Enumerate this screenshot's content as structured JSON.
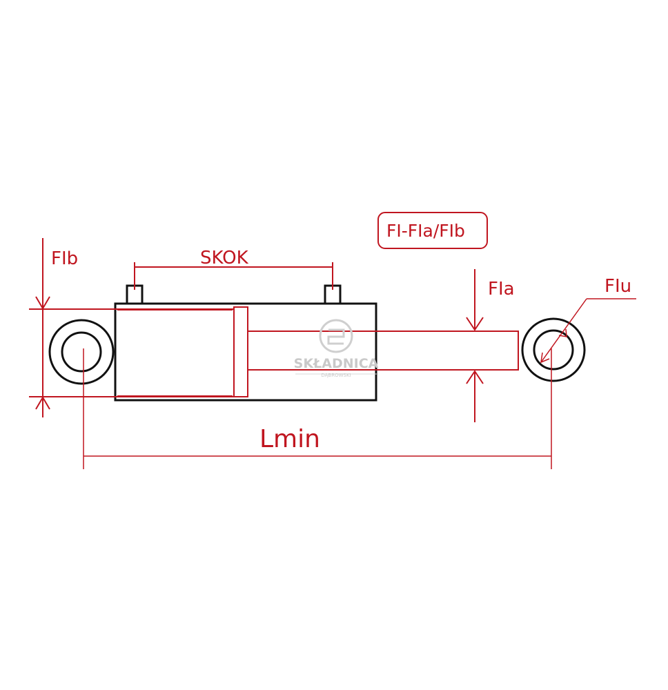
{
  "diagram": {
    "labels": {
      "fib": "FIb",
      "skok": "SKOK",
      "formula": "FI-FIa/FIb",
      "fia": "FIa",
      "fiu": "FIu",
      "lmin": "Lmin"
    },
    "watermark": {
      "name": "SKŁADNICA",
      "sub": "DĄBROWSKI"
    },
    "colors": {
      "dimension": "#c0151f",
      "outline": "#111111",
      "watermark": "#c9c9c9"
    }
  }
}
